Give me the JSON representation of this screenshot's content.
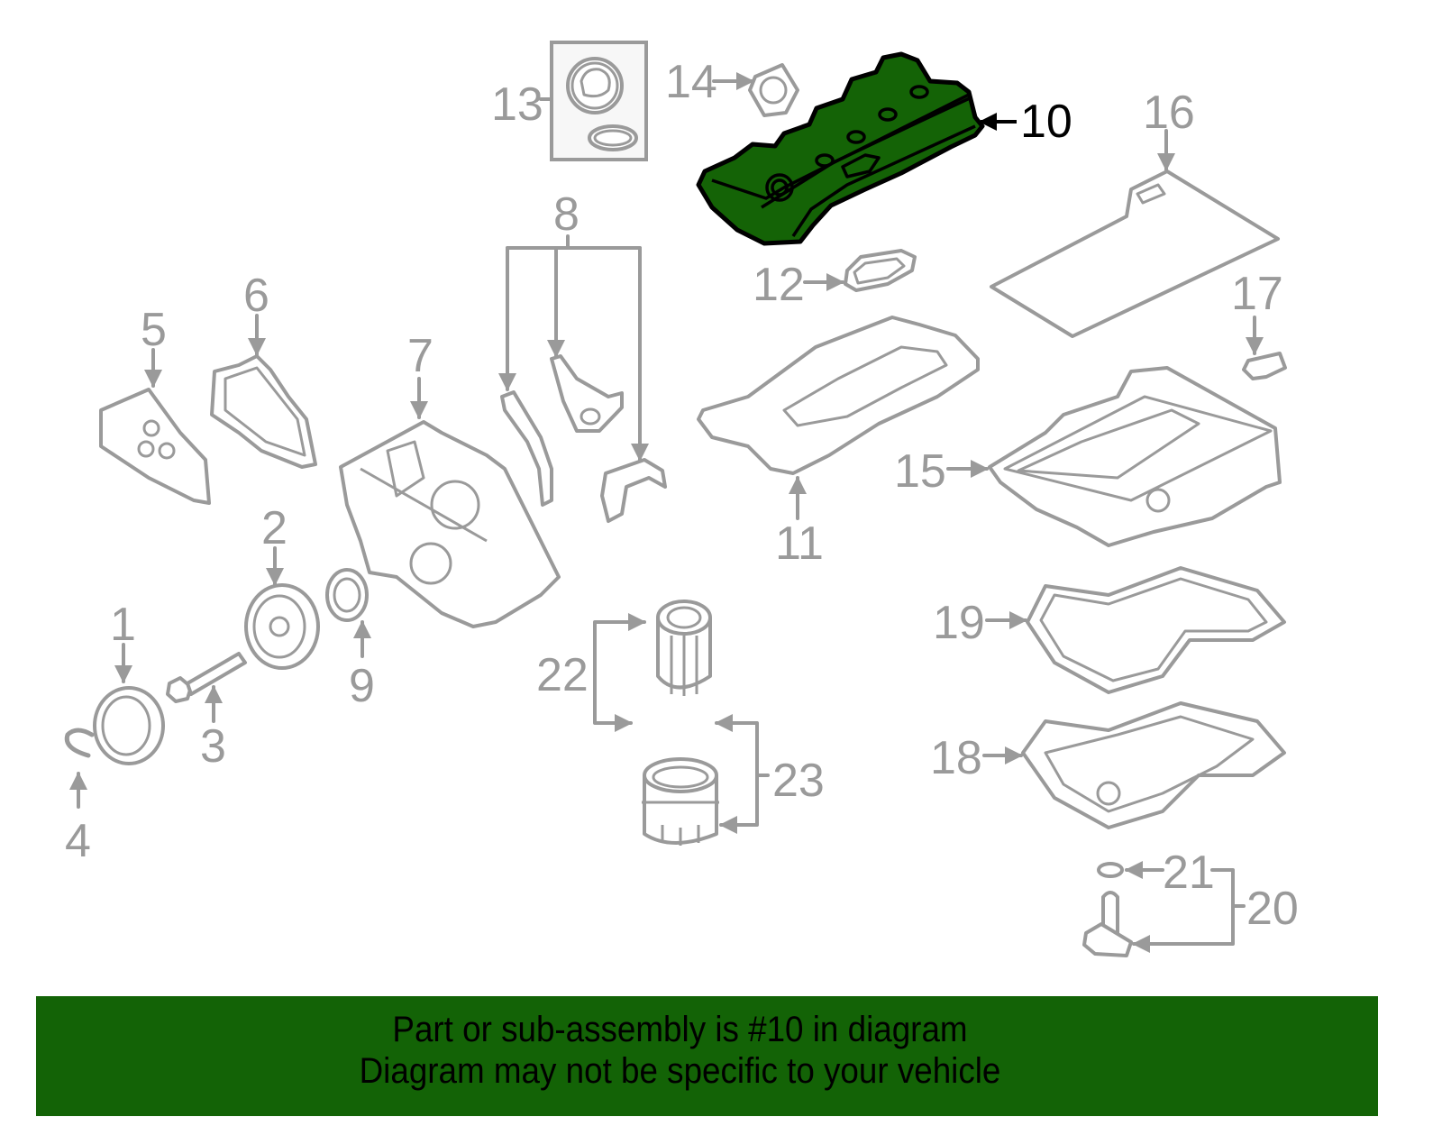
{
  "diagram": {
    "highlighted_part": "10",
    "highlight_color": "#136306",
    "line_color": "#9a9a9a",
    "callouts": [
      {
        "id": "1",
        "label": "1"
      },
      {
        "id": "2",
        "label": "2"
      },
      {
        "id": "3",
        "label": "3"
      },
      {
        "id": "4",
        "label": "4"
      },
      {
        "id": "5",
        "label": "5"
      },
      {
        "id": "6",
        "label": "6"
      },
      {
        "id": "7",
        "label": "7"
      },
      {
        "id": "8",
        "label": "8"
      },
      {
        "id": "9",
        "label": "9"
      },
      {
        "id": "10",
        "label": "10"
      },
      {
        "id": "11",
        "label": "11"
      },
      {
        "id": "12",
        "label": "12"
      },
      {
        "id": "13",
        "label": "13"
      },
      {
        "id": "14",
        "label": "14"
      },
      {
        "id": "15",
        "label": "15"
      },
      {
        "id": "16",
        "label": "16"
      },
      {
        "id": "17",
        "label": "17"
      },
      {
        "id": "18",
        "label": "18"
      },
      {
        "id": "19",
        "label": "19"
      },
      {
        "id": "20",
        "label": "20"
      },
      {
        "id": "21",
        "label": "21"
      },
      {
        "id": "22",
        "label": "22"
      },
      {
        "id": "23",
        "label": "23"
      }
    ]
  },
  "banner": {
    "line1": "Part or sub-assembly is #10 in diagram",
    "line2": "Diagram may not be specific to your vehicle",
    "background": "#136306"
  }
}
